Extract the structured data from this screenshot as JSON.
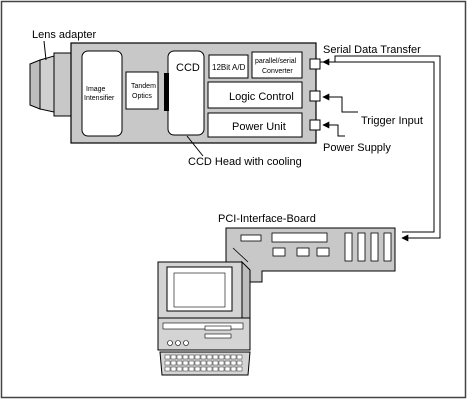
{
  "labels": {
    "lens_adapter": "Lens adapter",
    "image_intensifier_line1": "Image",
    "image_intensifier_line2": "Intensifier",
    "tandem_optics_line1": "Tandem",
    "tandem_optics_line2": "Optics",
    "ccd": "CCD",
    "adc": "12Bit A/D",
    "converter_line1": "parallel/serial",
    "converter_line2": "Converter",
    "logic_control": "Logic Control",
    "power_unit": "Power Unit",
    "serial_data_transfer": "Serial Data Transfer",
    "trigger_input": "Trigger Input",
    "power_supply": "Power Supply",
    "ccd_head": "CCD Head with cooling",
    "pci_board": "PCI-Interface-Board"
  },
  "colors": {
    "head_fill": "#c8c8c8",
    "block_fill": "#ffffff",
    "pc_fill": "#d4d4d4",
    "board_fill": "#c8c8c8",
    "stroke": "#000000"
  }
}
